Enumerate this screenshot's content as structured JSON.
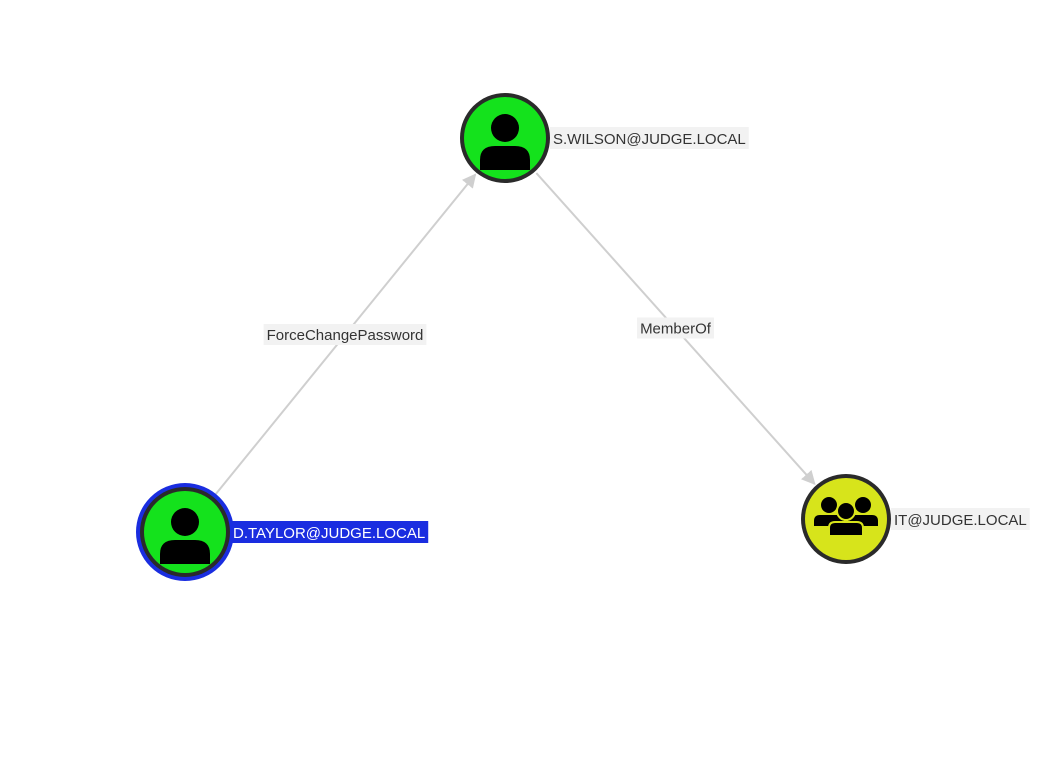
{
  "graph": {
    "nodes": [
      {
        "id": "dtaylor",
        "label": "D.TAYLOR@JUDGE.LOCAL",
        "type": "user",
        "icon": "user-icon",
        "fill_color": "#14e21c",
        "selected": true
      },
      {
        "id": "swilson",
        "label": "S.WILSON@JUDGE.LOCAL",
        "type": "user",
        "icon": "user-icon",
        "fill_color": "#14e21c",
        "selected": false
      },
      {
        "id": "it",
        "label": "IT@JUDGE.LOCAL",
        "type": "group",
        "icon": "group-icon",
        "fill_color": "#d7e41b",
        "selected": false
      }
    ],
    "edges": [
      {
        "id": "e1",
        "source": "dtaylor",
        "target": "swilson",
        "label": "ForceChangePassword"
      },
      {
        "id": "e2",
        "source": "swilson",
        "target": "it",
        "label": "MemberOf"
      }
    ],
    "colors": {
      "edge": "#cfcfcf",
      "selection": "#1a2de0",
      "node_ring": "#2a2a2a",
      "label_background": "#f2f2f2"
    }
  }
}
